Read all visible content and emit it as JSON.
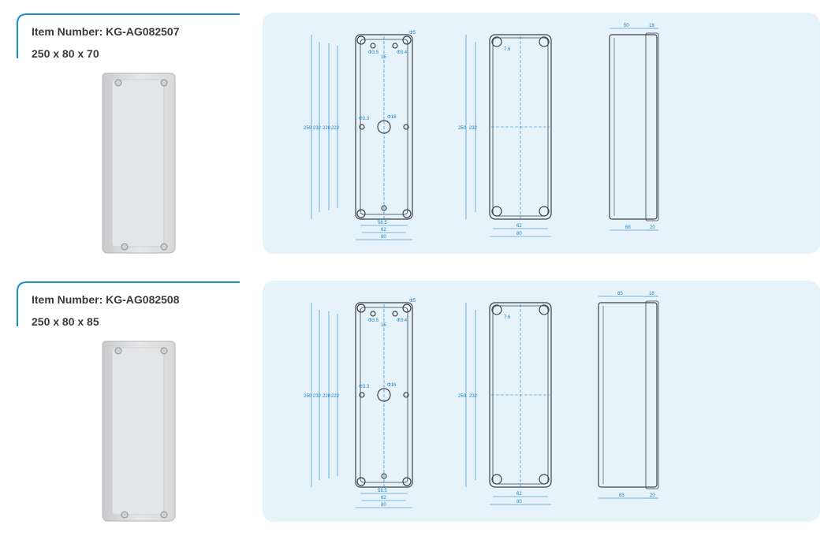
{
  "items": [
    {
      "item_number": "Item Number: KG-AG082507",
      "size": "250 x 80 x 70",
      "drawing": {
        "front": {
          "d_hole_top": "Φ5",
          "d_hole_small1": "Φ3.5",
          "d_hole_small2": "Φ3.4",
          "d_spacing": "15",
          "d_center_small": "Φ3.3",
          "d_center_big": "Φ16",
          "h1": "250",
          "h2": "232",
          "h3": "228",
          "h4": "222",
          "w1": "58.5",
          "w2": "62",
          "w3": "80"
        },
        "back": {
          "corner": "7.6",
          "h1": "250",
          "h2": "232",
          "w1": "62",
          "w2": "80"
        },
        "side": {
          "top1": "50",
          "top2": "18",
          "bottom1": "68",
          "bottom2": "20"
        }
      }
    },
    {
      "item_number": "Item Number: KG-AG082508",
      "size": "250 x 80 x 85",
      "drawing": {
        "front": {
          "d_hole_top": "Φ5",
          "d_hole_small1": "Φ3.5",
          "d_hole_small2": "Φ3.4",
          "d_spacing": "15",
          "d_center_small": "Φ3.3",
          "d_center_big": "Φ16",
          "h1": "250",
          "h2": "232",
          "h3": "228",
          "h4": "222",
          "w1": "58.5",
          "w2": "62",
          "w3": "80"
        },
        "back": {
          "corner": "7.6",
          "h1": "250",
          "h2": "232",
          "w1": "62",
          "w2": "80"
        },
        "side": {
          "top1": "65",
          "top2": "18",
          "bottom1": "83",
          "bottom2": "20"
        }
      }
    }
  ],
  "colors": {
    "accent": "#1a8fd0",
    "panel": "#e6f3fa",
    "dimension": "#1a7fbf"
  }
}
